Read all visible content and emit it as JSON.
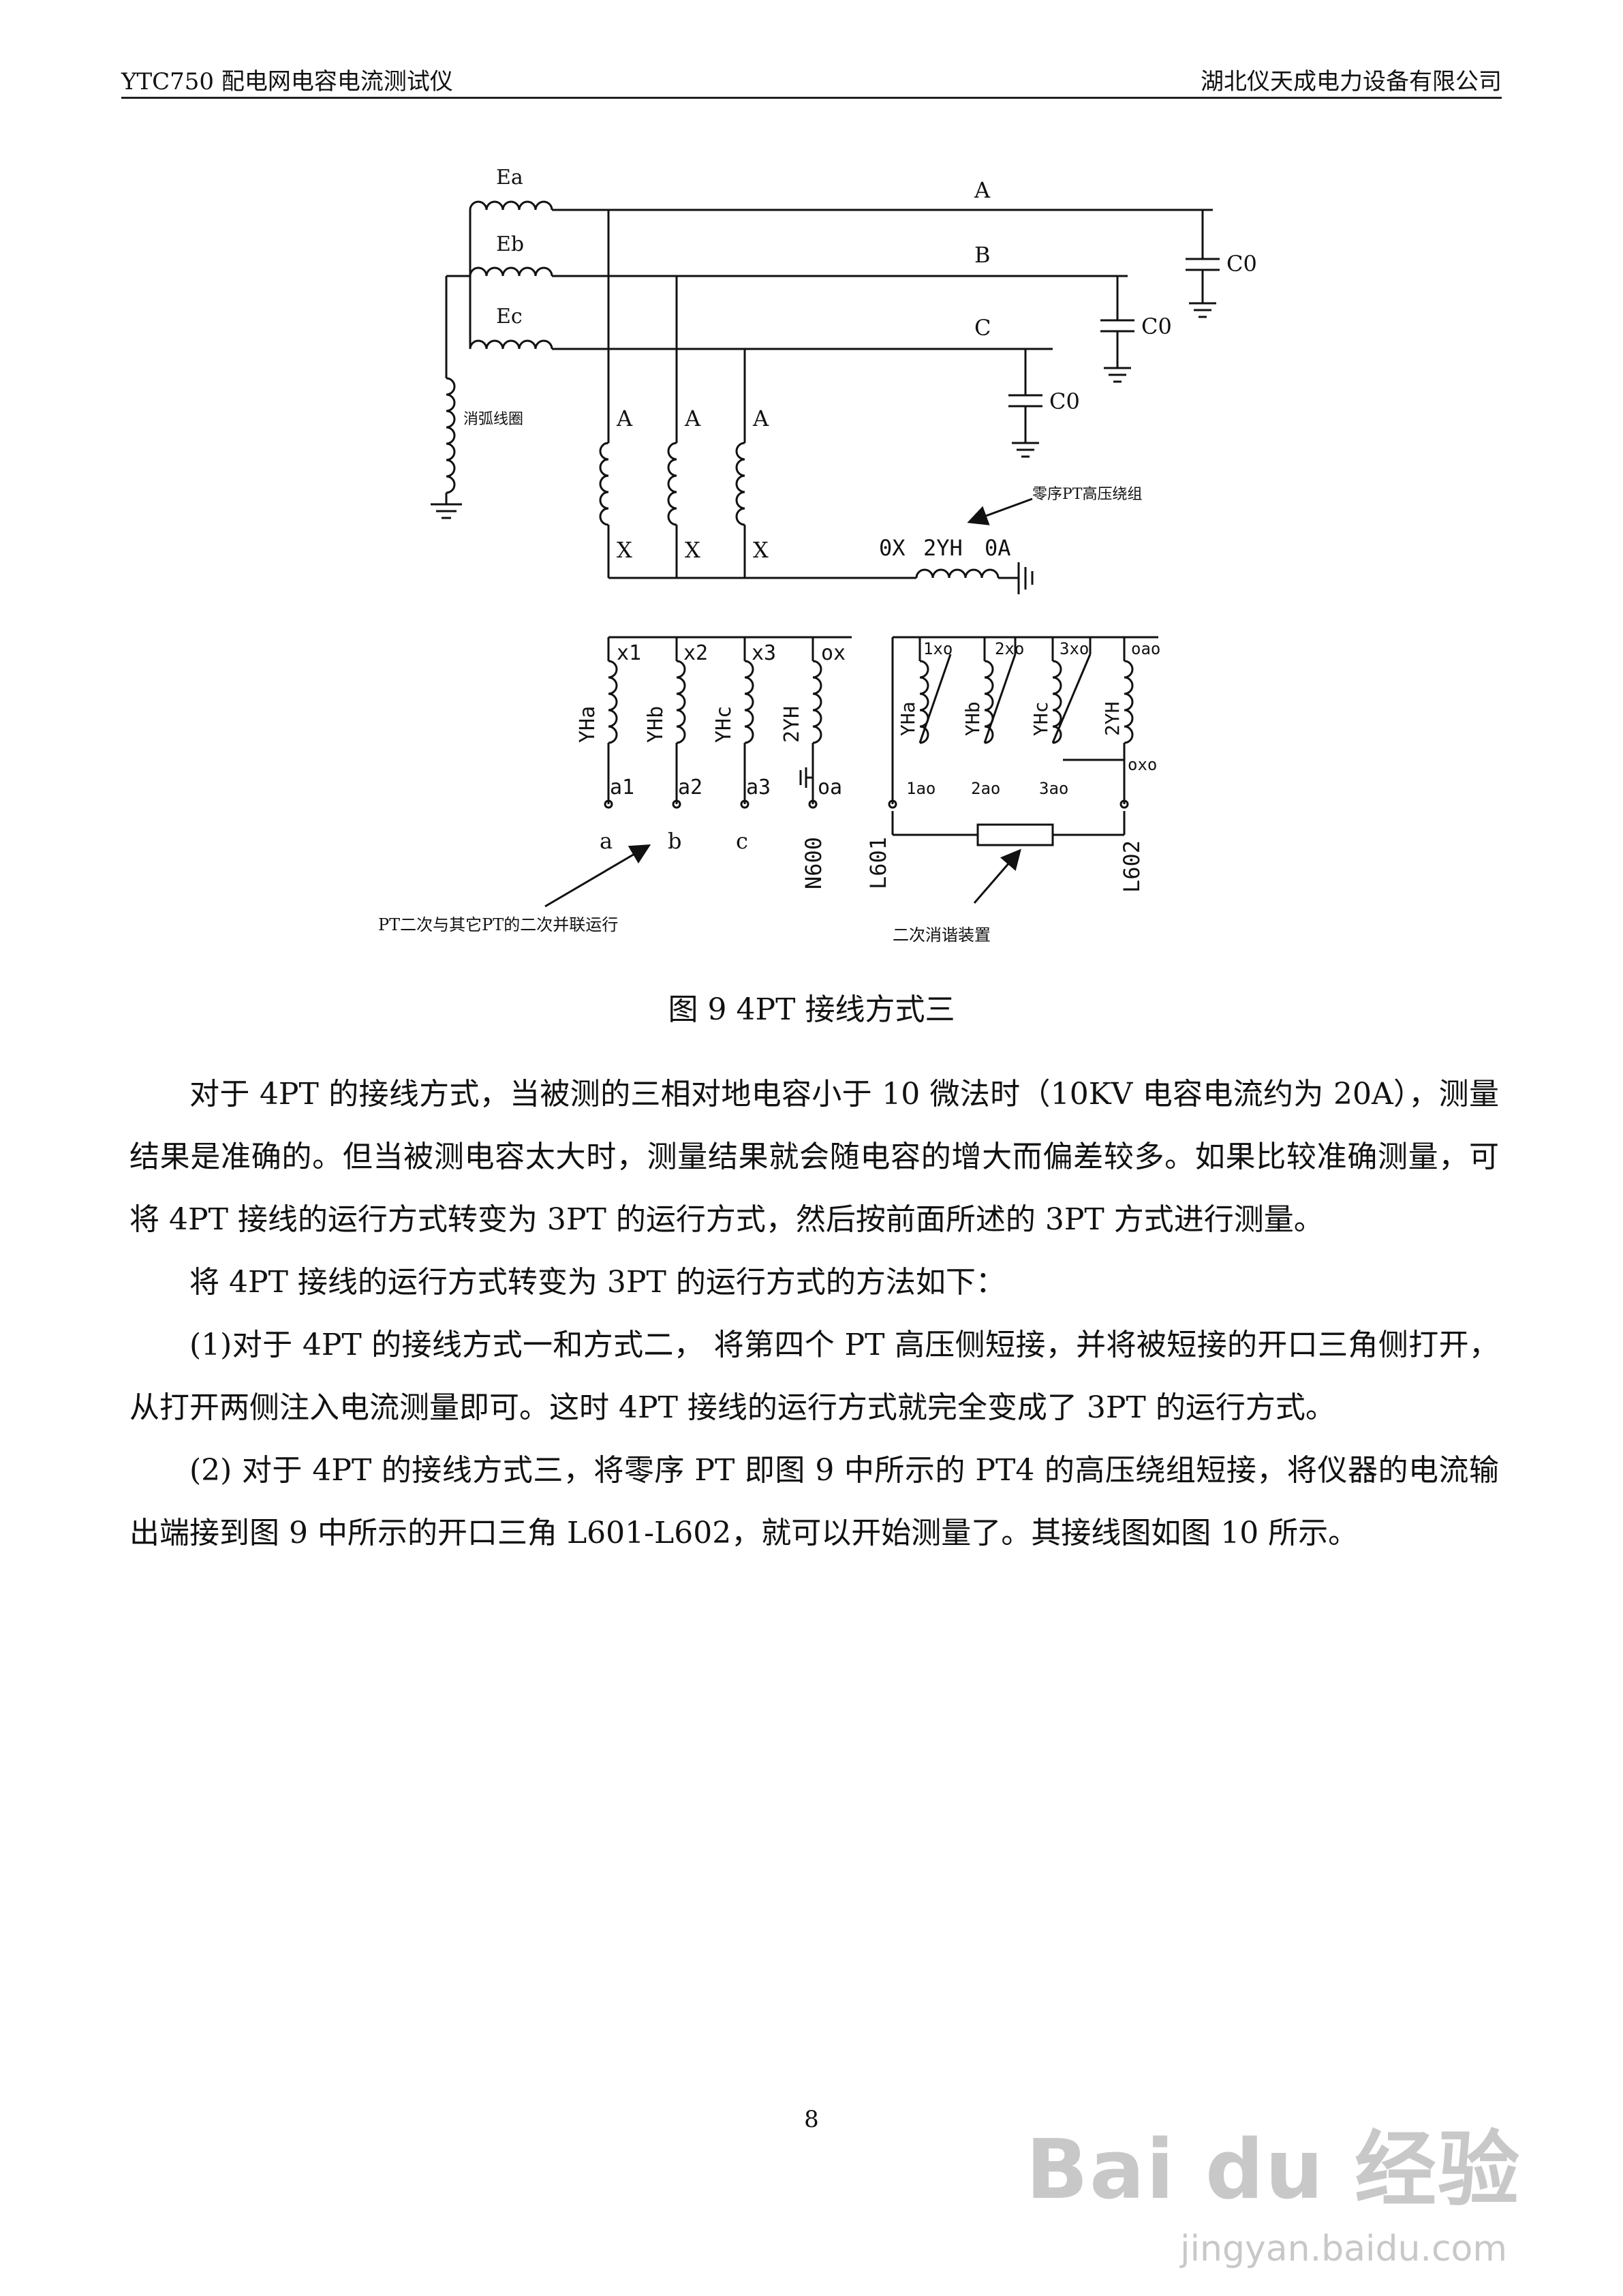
{
  "header": {
    "left": "YTC750 配电网电容电流测试仪",
    "right": "湖北仪天成电力设备有限公司"
  },
  "diagram": {
    "source_labels": [
      "Ea",
      "Eb",
      "Ec"
    ],
    "line_labels": [
      "A",
      "B",
      "C"
    ],
    "capacitor_label": "C0",
    "arc_coil_label": "消弧线圈",
    "pt_primary_top": [
      "A",
      "A",
      "A"
    ],
    "pt_primary_bottom": [
      "X",
      "X",
      "X"
    ],
    "zero_seq_labels": [
      "0X",
      "2YH",
      "0A"
    ],
    "zero_seq_note": "零序PT高压绕组",
    "left_sec_top": [
      "x1",
      "x2",
      "x3",
      "ox"
    ],
    "left_sec_coil": [
      "YHa",
      "YHb",
      "YHc",
      "2YH"
    ],
    "left_sec_bottom": [
      "a1",
      "a2",
      "a3",
      "oa"
    ],
    "left_terminals": [
      "a",
      "b",
      "c",
      "N600"
    ],
    "right_sec_top": [
      "1xo",
      "2xo",
      "3xo",
      "oao"
    ],
    "right_sec_coil": [
      "YHa",
      "YHb",
      "YHc",
      "2YH"
    ],
    "right_sec_bottom": [
      "1ao",
      "2ao",
      "3ao",
      "oxo"
    ],
    "right_terminals": [
      "L601",
      "L602"
    ],
    "parallel_note": "PT二次与其它PT的二次并联运行",
    "damping_note": "二次消谐装置"
  },
  "figure_caption": "图  9 4PT 接线方式三",
  "paragraphs": [
    "对于 4PT 的接线方式，当被测的三相对地电容小于 10 微法时（10KV 电容电流约为 20A），测量结果是准确的。但当被测电容太大时，测量结果就会随电容的增大而偏差较多。如果比较准确测量，可将 4PT 接线的运行方式转变为 3PT 的运行方式，然后按前面所述的 3PT 方式进行测量。",
    "将 4PT 接线的运行方式转变为 3PT 的运行方式的方法如下：",
    "(1)对于 4PT 的接线方式一和方式二， 将第四个 PT 高压侧短接，并将被短接的开口三角侧打开，从打开两侧注入电流测量即可。这时 4PT 接线的运行方式就完全变成了 3PT 的运行方式。",
    "(2) 对于 4PT 的接线方式三，将零序 PT 即图  9 中所示的 PT4 的高压绕组短接，将仪器的电流输出端接到图  9 中所示的开口三角 L601-L602，就可以开始测量了。其接线图如图  10 所示。"
  ],
  "page_number": "8",
  "watermark": {
    "logo": "Bai du 经验",
    "url": "jingyan.baidu.com"
  }
}
